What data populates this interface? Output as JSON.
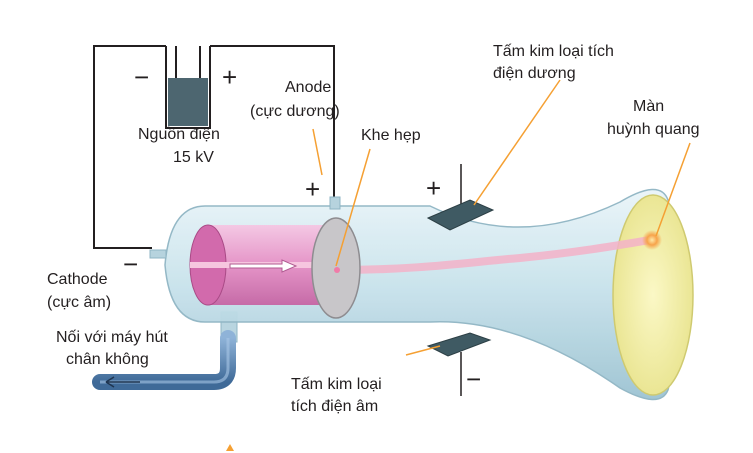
{
  "labels": {
    "power_source": [
      "Nguồn điện",
      "15 kV"
    ],
    "anode": [
      "Anode",
      "(cực dương)"
    ],
    "slit": "Khe hẹp",
    "positive_plate": [
      "Tấm kim loại tích",
      "điện dương"
    ],
    "screen": [
      "Màn",
      "huỳnh quang"
    ],
    "cathode": [
      "Cathode",
      "(cực âm)"
    ],
    "vacuum": [
      "Nối với máy hút",
      "chân không"
    ],
    "negative_plate": [
      "Tấm kim loại",
      "tích điện âm"
    ]
  },
  "signs": {
    "battery_minus": "−",
    "battery_plus": "+",
    "anode_plus": "+",
    "cathode_minus": "−",
    "plate_plus": "+",
    "plate_minus": "−"
  },
  "colors": {
    "tube": "#cfe6ee",
    "tube_edge": "#8fb5c4",
    "cathode_cylinder": "#e88cc4",
    "plate": "#3f5a63",
    "screen": "#f3f0a6",
    "beam": "#f3b2c8",
    "leader": "#f5a033",
    "vacuum_pipe": "#5b84b0"
  }
}
